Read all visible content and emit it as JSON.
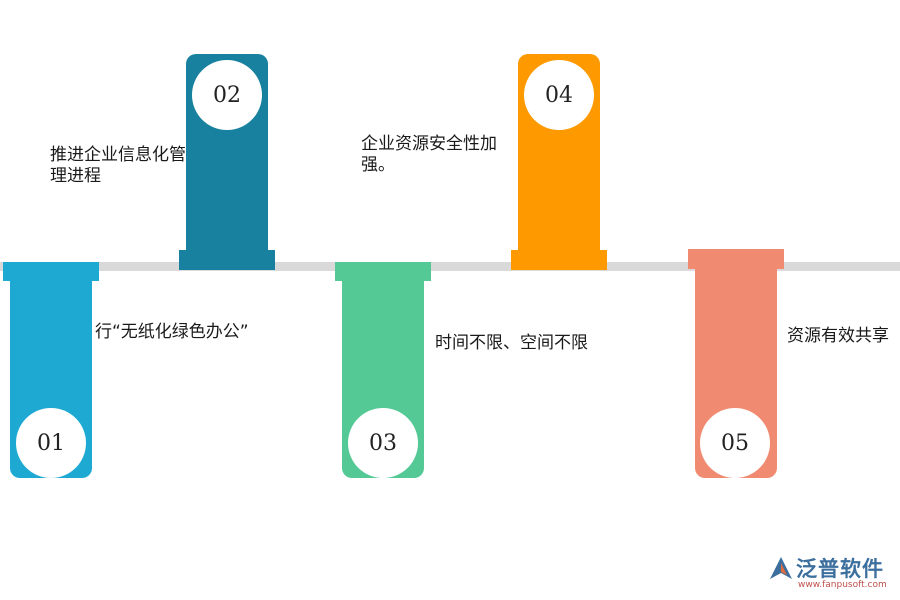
{
  "steps": [
    {
      "number": "01",
      "text": "行“无纸化绿色办公”",
      "color": "#1ea9d3"
    },
    {
      "number": "02",
      "text": "推进企业信息化管理进程",
      "color": "#17819f"
    },
    {
      "number": "03",
      "text": "时间不限、空间不限",
      "color": "#54c995"
    },
    {
      "number": "04",
      "text": "企业资源安全性加强。",
      "color": "#fe9900"
    },
    {
      "number": "05",
      "text": "资源有效共享",
      "color": "#f08a70"
    }
  ],
  "logo": {
    "name": "泛普软件",
    "url": "www.fanpusoft.com",
    "color": "#3d6f9e"
  }
}
